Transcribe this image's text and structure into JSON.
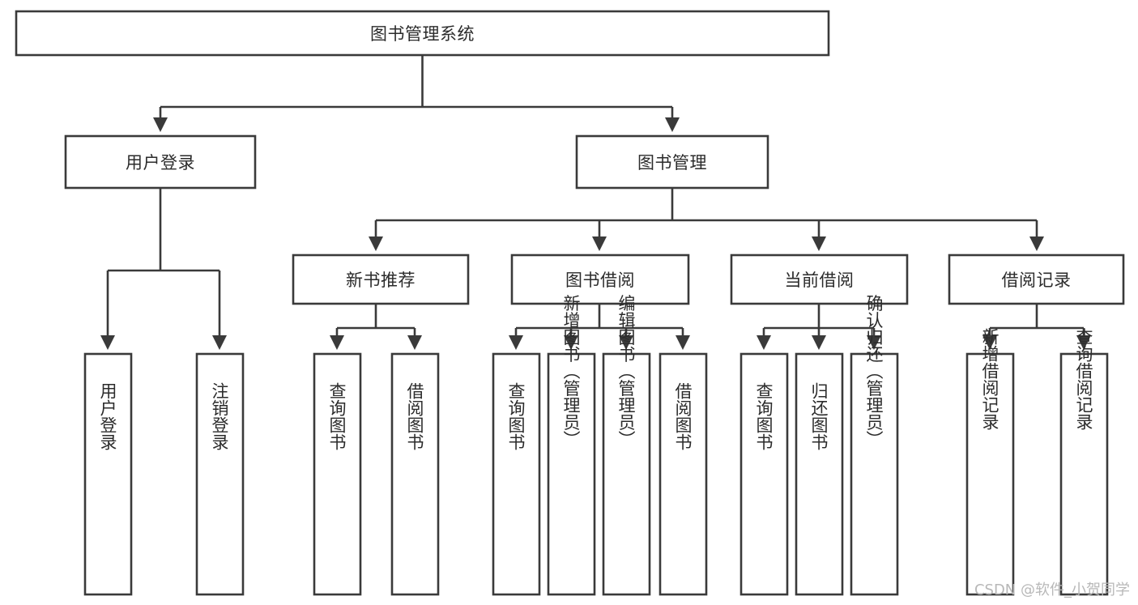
{
  "diagram": {
    "title": "图书管理系统",
    "type": "tree-structure-chart",
    "root": {
      "id": "root",
      "label": "图书管理系统"
    },
    "level2": [
      {
        "id": "user-login",
        "label": "用户登录"
      },
      {
        "id": "book-manage",
        "label": "图书管理"
      }
    ],
    "level3": [
      {
        "id": "new-book-rec",
        "label": "新书推荐",
        "parent": "book-manage"
      },
      {
        "id": "book-borrow",
        "label": "图书借阅",
        "parent": "book-manage"
      },
      {
        "id": "current-borrow",
        "label": "当前借阅",
        "parent": "book-manage"
      },
      {
        "id": "borrow-record",
        "label": "借阅记录",
        "parent": "book-manage"
      }
    ],
    "leaves": [
      {
        "id": "leaf-1",
        "label": "用户登录",
        "parent": "user-login"
      },
      {
        "id": "leaf-2",
        "label": "注销登录",
        "parent": "user-login"
      },
      {
        "id": "leaf-3",
        "label": "查询图书",
        "parent": "new-book-rec"
      },
      {
        "id": "leaf-4",
        "label": "借阅图书",
        "parent": "new-book-rec"
      },
      {
        "id": "leaf-5",
        "label": "查询图书",
        "parent": "book-borrow"
      },
      {
        "id": "leaf-6",
        "label": "新增图书（管理员）",
        "parent": "book-borrow"
      },
      {
        "id": "leaf-7",
        "label": "编辑图书（管理员）",
        "parent": "book-borrow"
      },
      {
        "id": "leaf-8",
        "label": "借阅图书",
        "parent": "book-borrow"
      },
      {
        "id": "leaf-9",
        "label": "查询图书",
        "parent": "current-borrow"
      },
      {
        "id": "leaf-10",
        "label": "归还图书",
        "parent": "current-borrow"
      },
      {
        "id": "leaf-11",
        "label": "确认归还（管理员）",
        "parent": "current-borrow"
      },
      {
        "id": "leaf-12",
        "label": "新增借阅记录",
        "parent": "borrow-record"
      },
      {
        "id": "leaf-13",
        "label": "查询借阅记录",
        "parent": "borrow-record"
      }
    ],
    "colors": {
      "stroke": "#3a3a3a",
      "box_fill": "#ffffff",
      "text": "#2b2b2b",
      "background": "#ffffff",
      "watermark": "#b8b8b8"
    }
  },
  "watermark": {
    "text": "CSDN @软件_小贺同学"
  }
}
